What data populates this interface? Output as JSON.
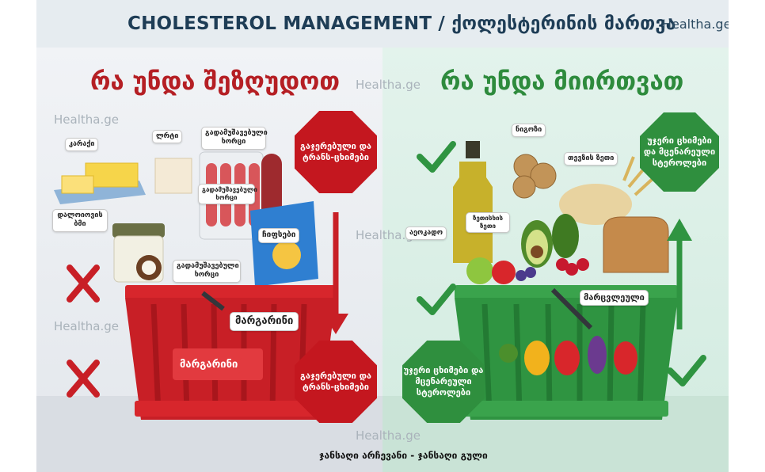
{
  "header": {
    "title": "CHOLESTEROL MANAGEMENT / ქოლესტერინის მართვა",
    "brand": "Healtha.ge"
  },
  "left": {
    "heading": "რა უნდა შეზღუდოთ",
    "labels": {
      "butter": "კარაქი",
      "lard": "ლრტი",
      "processed_top": "გადამუშავებული ხორცი",
      "processed_mid": "გადამუშავებული ხორცი",
      "processed_bottom": "გადამუშავებული ხორცი",
      "coconut_oil": "დალოიოვის ბმი",
      "chips": "ჩიფსები",
      "margarine_sign": "მარგარინი",
      "margarine_box": "მარგარინი"
    },
    "stop_top": "გაჯერებული და ტრანს-ცხიმები",
    "stop_bottom": "გაჯერებული და ტრანს-ცხიმები"
  },
  "right": {
    "heading": "რა უნდა მიირთვათ",
    "labels": {
      "walnuts": "ნიგოზი",
      "seed_oil": "თევზის ზეთი",
      "olive_oil": "ზეთისხის ზეთი",
      "avocado": "აეოკადო",
      "grains": "მარცვლეული"
    },
    "octagon_top": "უჯერი ცხიმები და მცენარეული სტეროლები",
    "octagon_bottom": "უჯერი ცხიმები და მცენარეული სტეროლები"
  },
  "watermarks": [
    "Healtha.ge",
    "Healtha.ge",
    "Healtha.ge",
    "Healtha.ge",
    "Healtha.ge"
  ],
  "footer": "ჯანსაღი არჩევანი - ჯანსაღი გული",
  "colors": {
    "red": "#c4171f",
    "green": "#2f8f3e",
    "header_text": "#1e3d56"
  }
}
